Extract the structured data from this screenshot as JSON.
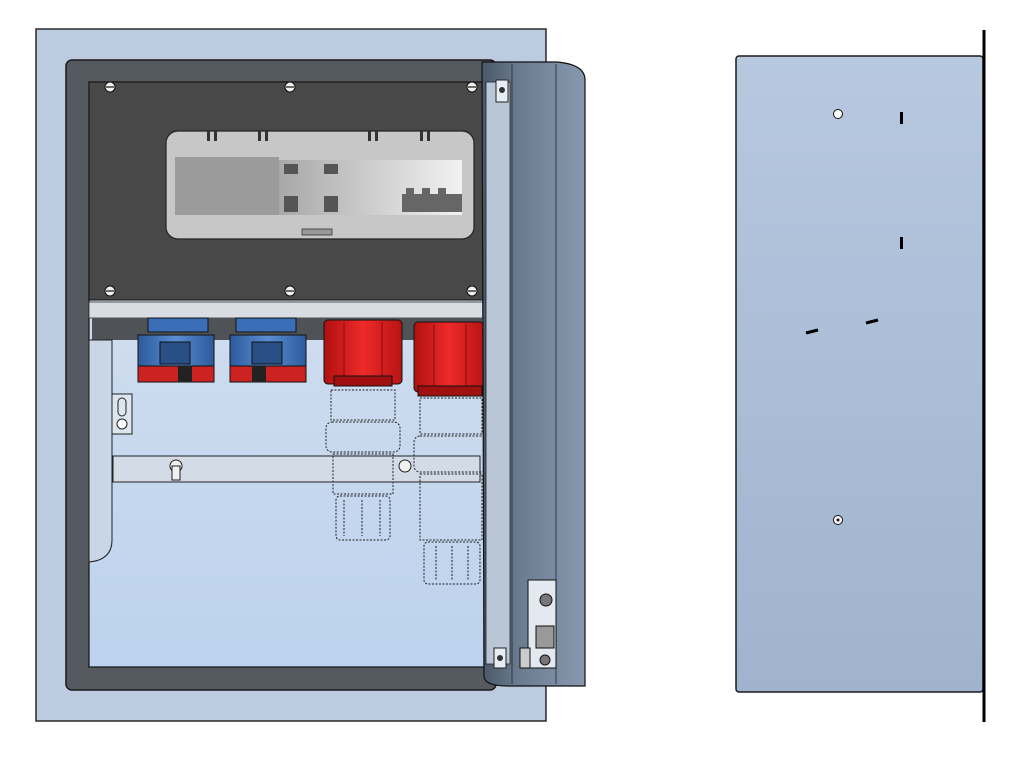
{
  "views": [
    {
      "id": "front-view-open-door",
      "components": [
        "enclosure",
        "door",
        "mounting-plate",
        "breaker-panel",
        "blue-socket",
        "blue-socket",
        "red-socket",
        "red-socket",
        "red-plug-ghost",
        "red-plug-ghost",
        "door-hinge-lock"
      ]
    },
    {
      "id": "side-view",
      "components": [
        "enclosure-side",
        "mounting-flange",
        "holes"
      ]
    }
  ],
  "colors": {
    "enclosure": "#bccbe0",
    "enclosure_edge": "#2a2a2a",
    "inner_frame": "#555a60",
    "interior": "#c5d7ee",
    "door_dark": "#5e6c7c",
    "door_light": "#8a9bb2",
    "panel": "#484848",
    "breaker_panel": "#d6d6d6",
    "blue_socket": "#3a6fb8",
    "red_socket": "#d82020",
    "side_panel": "#aec0da",
    "outline": "#000000"
  }
}
